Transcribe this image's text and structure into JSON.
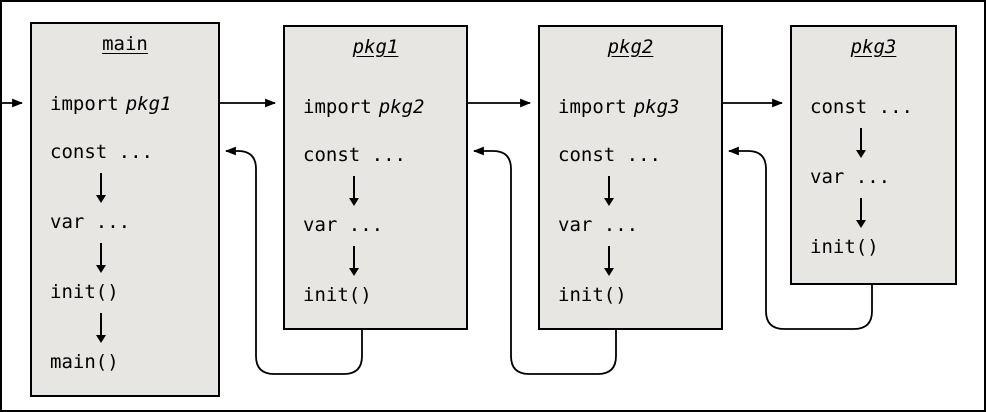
{
  "diagram": {
    "kind": "package-initialization-flow",
    "colors": {
      "box_bg": "#e8e6e2",
      "stroke": "#000000",
      "background": "#ffffff"
    },
    "icons": [
      "down-arrow-icon",
      "right-arrow-icon",
      "return-arrow-icon"
    ],
    "boxes": [
      {
        "id": "main",
        "title": "main",
        "import_kw": "import",
        "import_pkg": "pkg1",
        "line_const": "const ...",
        "line_var": "var ...",
        "line_init": "init()",
        "line_main": "main()"
      },
      {
        "id": "pkg1",
        "title": "pkg1",
        "import_kw": "import",
        "import_pkg": "pkg2",
        "line_const": "const ...",
        "line_var": "var ...",
        "line_init": "init()"
      },
      {
        "id": "pkg2",
        "title": "pkg2",
        "import_kw": "import",
        "import_pkg": "pkg3",
        "line_const": "const ...",
        "line_var": "var ...",
        "line_init": "init()"
      },
      {
        "id": "pkg3",
        "title": "pkg3",
        "line_const": "const ...",
        "line_var": "var ...",
        "line_init": "init()"
      }
    ]
  }
}
